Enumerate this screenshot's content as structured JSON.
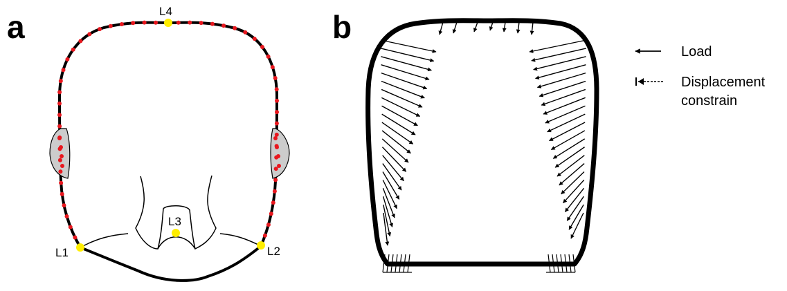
{
  "panel_a": {
    "letter": "a",
    "landmarks": [
      {
        "id": "L1",
        "label": "L1"
      },
      {
        "id": "L2",
        "label": "L2"
      },
      {
        "id": "L3",
        "label": "L3"
      },
      {
        "id": "L4",
        "label": "L4"
      }
    ],
    "colors": {
      "outline": "#000000",
      "semilandmark": "#e8171e",
      "landmark": "#ffee00",
      "muscle_patch": "#cccccc"
    }
  },
  "panel_b": {
    "letter": "b",
    "legend": {
      "load_label": "Load",
      "constraint_label_line1": "Displacement",
      "constraint_label_line2": "constrain"
    },
    "colors": {
      "outline": "#000000",
      "arrow": "#000000"
    }
  }
}
